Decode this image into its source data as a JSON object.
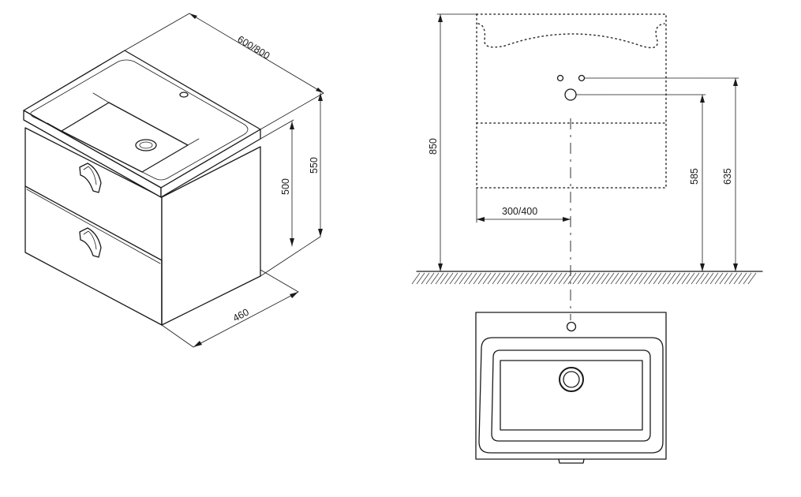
{
  "isometric_view": {
    "width_label": "600/800",
    "depth_label": "460",
    "height_label": "550",
    "cabinet_height_label": "500"
  },
  "front_view": {
    "total_height_label": "850",
    "offset_label": "300/400",
    "drain_height_label": "585",
    "tap_height_label": "635"
  },
  "colors": {
    "line": "#1a1a1a",
    "background": "#ffffff"
  }
}
